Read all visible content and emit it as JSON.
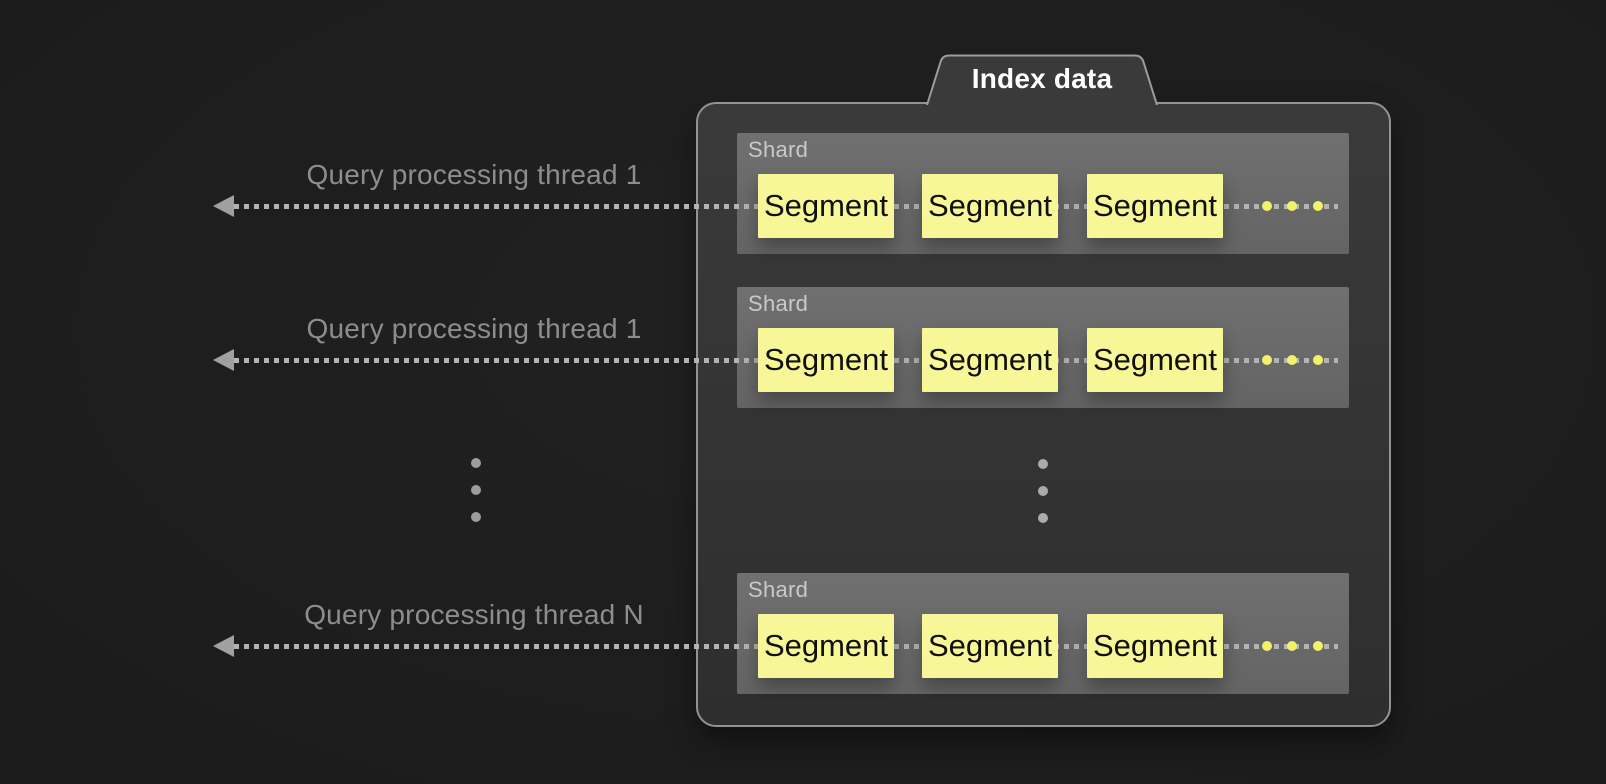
{
  "diagram": {
    "title": "Index data",
    "threads": [
      {
        "label": "Query processing thread 1"
      },
      {
        "label": "Query processing thread 1"
      },
      {
        "label": "Query processing thread N"
      }
    ],
    "shards": [
      {
        "label": "Shard",
        "segments": [
          "Segment",
          "Segment",
          "Segment"
        ],
        "more_icon": "horizontal-ellipsis-dots"
      },
      {
        "label": "Shard",
        "segments": [
          "Segment",
          "Segment",
          "Segment"
        ],
        "more_icon": "horizontal-ellipsis-dots"
      },
      {
        "label": "Shard",
        "segments": [
          "Segment",
          "Segment",
          "Segment"
        ],
        "more_icon": "horizontal-ellipsis-dots"
      }
    ],
    "more_threads_icon": "vertical-ellipsis-dots",
    "more_shards_icon": "vertical-ellipsis-dots",
    "colors": {
      "background": "#1c1c1c",
      "container_fill_top": "#3a3a3a",
      "container_fill_bottom": "#2e2e2e",
      "container_border": "#939393",
      "title_text": "#ffffff",
      "shard_fill_top": "#707070",
      "shard_fill_bottom": "#646464",
      "shard_label": "#c9c9c9",
      "segment_fill": "#f8f797",
      "segment_text": "#101010",
      "line": "#b3b3b3",
      "arrowhead": "#a0a0a0",
      "thread_label": "#8d8d8d",
      "dot_gray": "#9d9d9d",
      "dot_gray_light": "#ababab",
      "dot_yellow": "#f2f269"
    }
  }
}
